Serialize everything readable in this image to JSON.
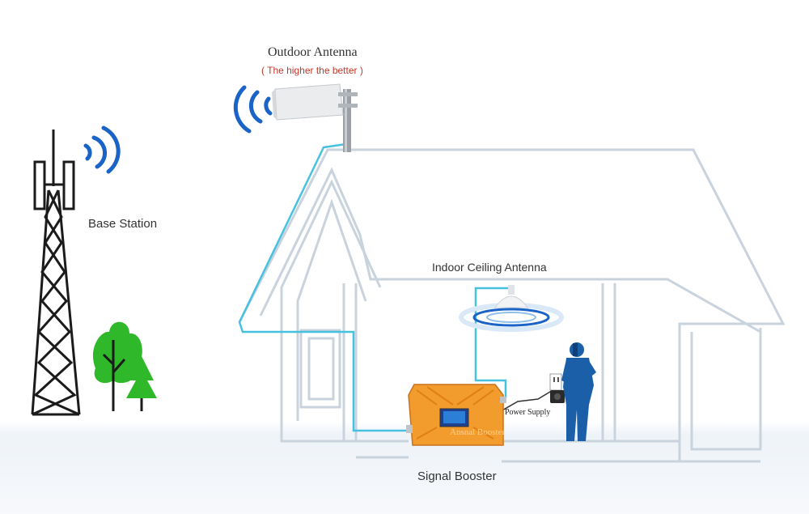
{
  "labels": {
    "outdoor_antenna": "Outdoor Antenna",
    "outdoor_antenna_note": "( The higher the better )",
    "base_station": "Base Station",
    "indoor_antenna": "Indoor Ceiling Antenna",
    "power_supply": "Power Supply",
    "signal_booster": "Signal Booster",
    "booster_brand": "Ansnal Booster"
  },
  "colors": {
    "house_outline": "#c9d3de",
    "cable": "#46c1e0",
    "wave": "#1a63c7",
    "booster": "#f39c2e",
    "person": "#1a5fa8",
    "tree": "#2fb92a",
    "note_text": "#c0392b"
  },
  "icons": {
    "tower": "tower-icon",
    "person": "person-phone-icon",
    "tree": "tree-icon"
  }
}
